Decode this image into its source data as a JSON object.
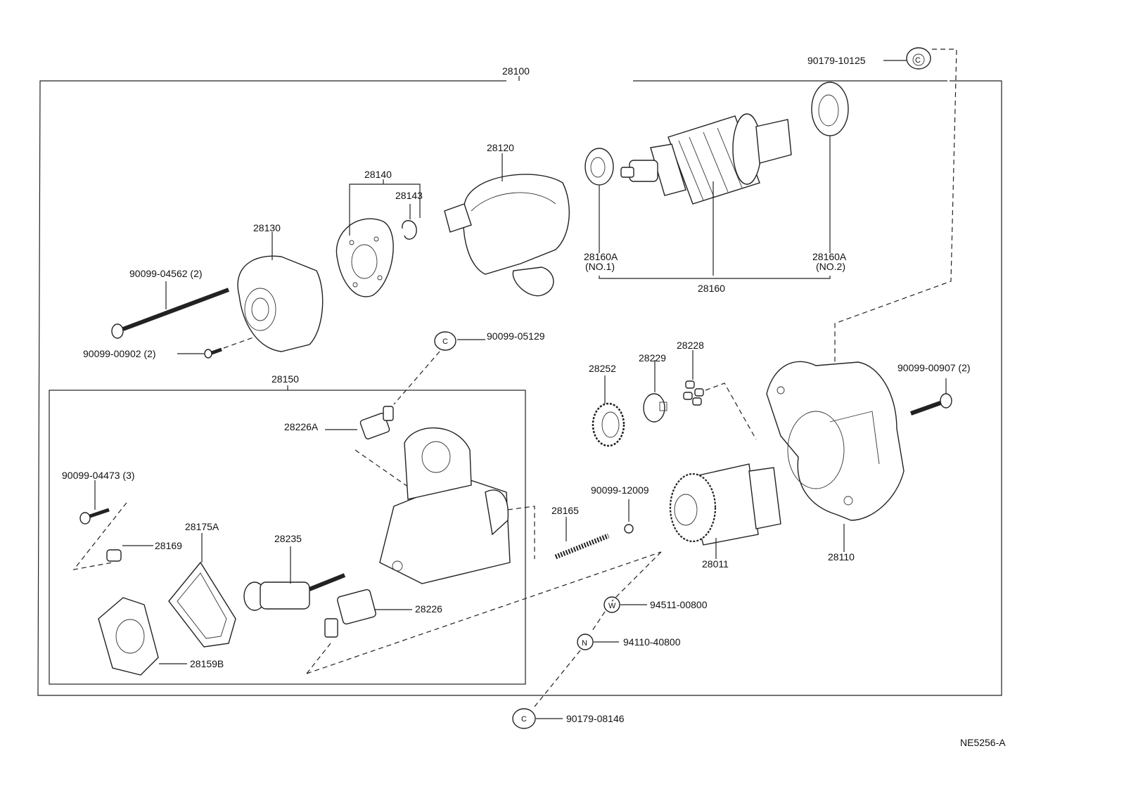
{
  "diagram_code": "NE5256-A",
  "labels": {
    "p28100": "28100",
    "p90179_10125": "90179-10125",
    "p28120": "28120",
    "p28140": "28140",
    "p28143": "28143",
    "p28130": "28130",
    "p90099_04562": "90099-04562 (2)",
    "p90099_00902": "90099-00902 (2)",
    "p90099_05129": "90099-05129",
    "p28160A_1": "28160A",
    "p28160A_1_sub": "(NO.1)",
    "p28160A_2": "28160A",
    "p28160A_2_sub": "(NO.2)",
    "p28160": "28160",
    "p28150": "28150",
    "p28226A": "28226A",
    "p28252": "28252",
    "p28229": "28229",
    "p28228": "28228",
    "p90099_00907": "90099-00907 (2)",
    "p90099_04473": "90099-04473 (3)",
    "p28175A": "28175A",
    "p28169": "28169",
    "p28235": "28235",
    "p28165": "28165",
    "p90099_12009": "90099-12009",
    "p28011": "28011",
    "p28110": "28110",
    "p28226": "28226",
    "p94511_00800": "94511-00800",
    "p94110_40800": "94110-40800",
    "p28159B": "28159B",
    "p90179_08146": "90179-08146"
  },
  "symbols": {
    "nut_c": "C",
    "washer_w": "W",
    "nut_n": "N"
  }
}
